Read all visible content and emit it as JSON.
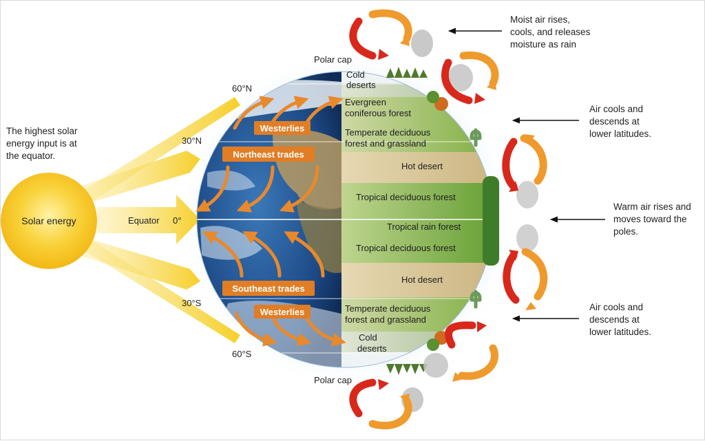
{
  "sun": {
    "label": "Solar energy"
  },
  "solar_note": [
    "The highest solar",
    "energy input is at",
    "the equator."
  ],
  "equator": {
    "label": "Equator",
    "degree": "0°"
  },
  "latitudes": {
    "n60": "60°N",
    "n30": "30°N",
    "s30": "30°S",
    "s60": "60°S"
  },
  "polar_caps": {
    "north": "Polar cap",
    "south": "Polar cap"
  },
  "winds": {
    "westerlies_north": "Westerlies",
    "northeast_trades": "Northeast trades",
    "southeast_trades": "Southeast trades",
    "westerlies_south": "Westerlies"
  },
  "biomes": {
    "cold_deserts_north": [
      "Cold",
      "deserts"
    ],
    "evergreen": [
      "Evergreen",
      "coniferous forest"
    ],
    "temperate_north": [
      "Temperate deciduous",
      "forest and grassland"
    ],
    "hot_desert_north": "Hot desert",
    "tropical_deciduous_north": "Tropical deciduous forest",
    "tropical_rain_forest": "Tropical rain forest",
    "tropical_deciduous_south": "Tropical deciduous forest",
    "hot_desert_south": "Hot desert",
    "temperate_south": [
      "Temperate deciduous",
      "forest and grassland"
    ],
    "cold_deserts_south": [
      "Cold",
      "deserts"
    ]
  },
  "annotations": {
    "moist_air": [
      "Moist air rises,",
      "cools, and releases",
      "moisture as rain"
    ],
    "air_cools_north": [
      "Air cools and",
      "descends at",
      "lower latitudes."
    ],
    "warm_air": [
      "Warm air rises and",
      "moves toward the",
      "poles."
    ],
    "air_cools_south": [
      "Air cools and",
      "descends at",
      "lower latitudes."
    ]
  },
  "colors": {
    "sun": "#f7c51e",
    "ray": "#f9dd5c",
    "wind_arrow": "#e8892c",
    "wind_label_bg": "#e17d25",
    "ocean": "#1f4e8c",
    "land_green": "#7fae3a",
    "desert": "#d8c28e",
    "cell_red": "#d8281c",
    "cell_orange": "#ef9a2d",
    "sky_glow": "#cfe6f7"
  }
}
